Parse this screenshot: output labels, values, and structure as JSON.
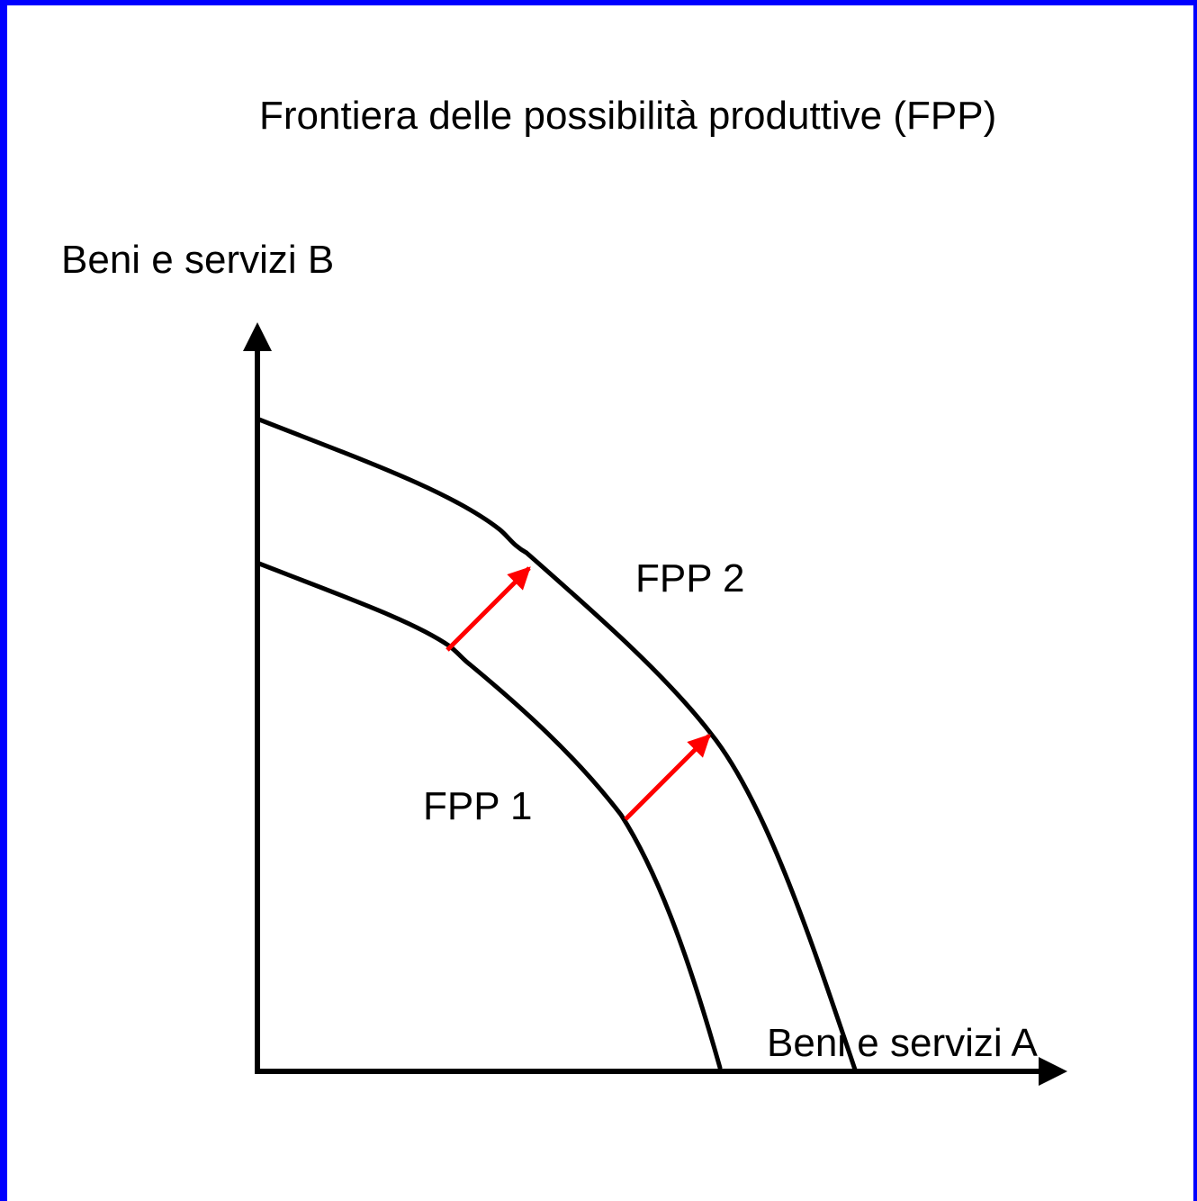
{
  "title": "Frontiera delle possibilità produttive (FPP)",
  "axes": {
    "y_label": "Beni e servizi B",
    "x_label": "Beni e servizi A"
  },
  "curves": [
    {
      "label": "FPP 1"
    },
    {
      "label": "FPP 2"
    }
  ],
  "colors": {
    "frame": "#0000ff",
    "curve": "#000000",
    "shift_arrow": "#ff0000"
  }
}
